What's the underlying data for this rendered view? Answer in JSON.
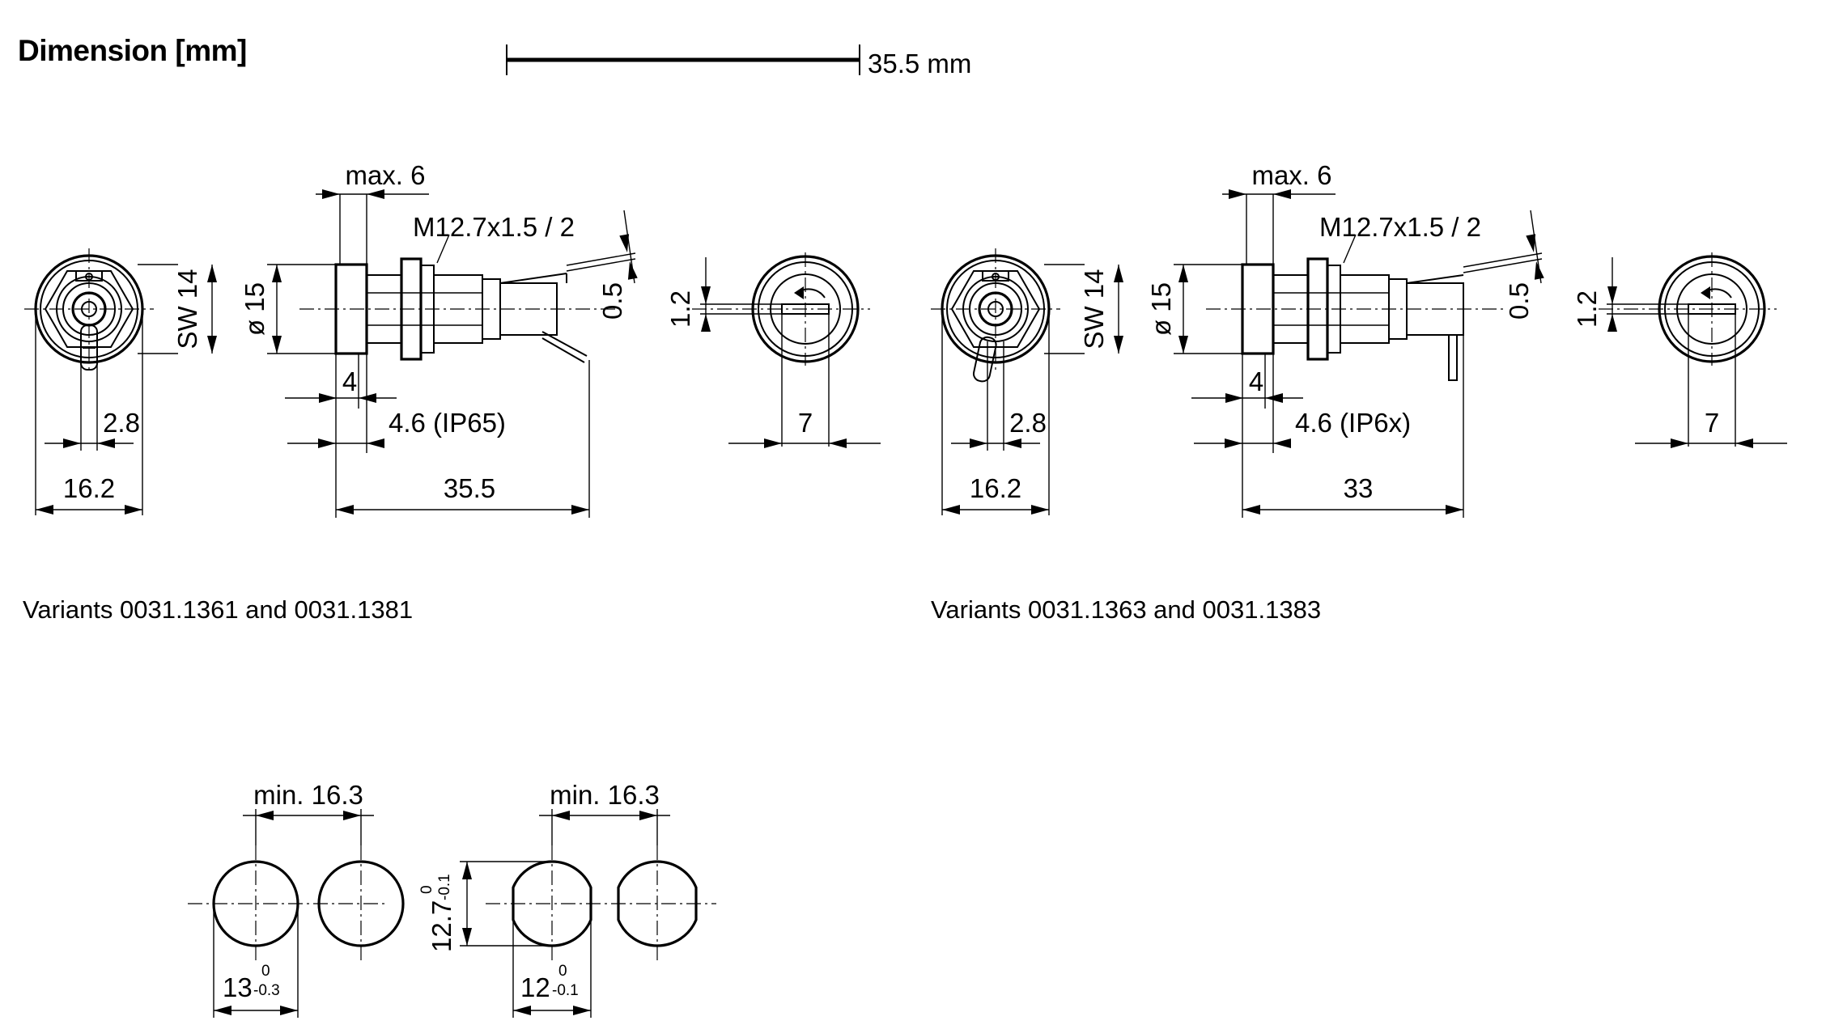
{
  "title": "Dimension [mm]",
  "scale_bar": {
    "label": "35.5 mm"
  },
  "variant_a": {
    "caption": "Variants 0031.1361 and 0031.1381",
    "front": {
      "width": "16.2",
      "pin_offset": "2.8",
      "wrench_size": "SW 14"
    },
    "side": {
      "max_thickness": "max. 6",
      "thread": "M12.7x1.5 / 2",
      "diameter": "ø 15",
      "collar": "4",
      "seal": "4.6 (IP65)",
      "length": "35.5",
      "pin": "0.5"
    },
    "rear": {
      "slot_height": "1.2",
      "slot_width": "7"
    }
  },
  "variant_b": {
    "caption": "Variants 0031.1363 and 0031.1383",
    "front": {
      "width": "16.2",
      "pin_offset": "2.8",
      "wrench_size": "SW 14"
    },
    "side": {
      "max_thickness": "max. 6",
      "thread": "M12.7x1.5 / 2",
      "diameter": "ø 15",
      "collar": "4",
      "seal": "4.6 (IP6x)",
      "length": "33",
      "pin": "0.5"
    },
    "rear": {
      "slot_height": "1.2",
      "slot_width": "7"
    }
  },
  "cutouts": {
    "round": {
      "spacing": "min. 16.3",
      "diameter": "13",
      "tol_upper": "0",
      "tol_lower": "-0.3"
    },
    "flatted": {
      "spacing": "min. 16.3",
      "width": "12",
      "width_tol_upper": "0",
      "width_tol_lower": "-0.1",
      "height": "12.7",
      "height_tol_upper": "0",
      "height_tol_lower": "-0.1"
    }
  }
}
